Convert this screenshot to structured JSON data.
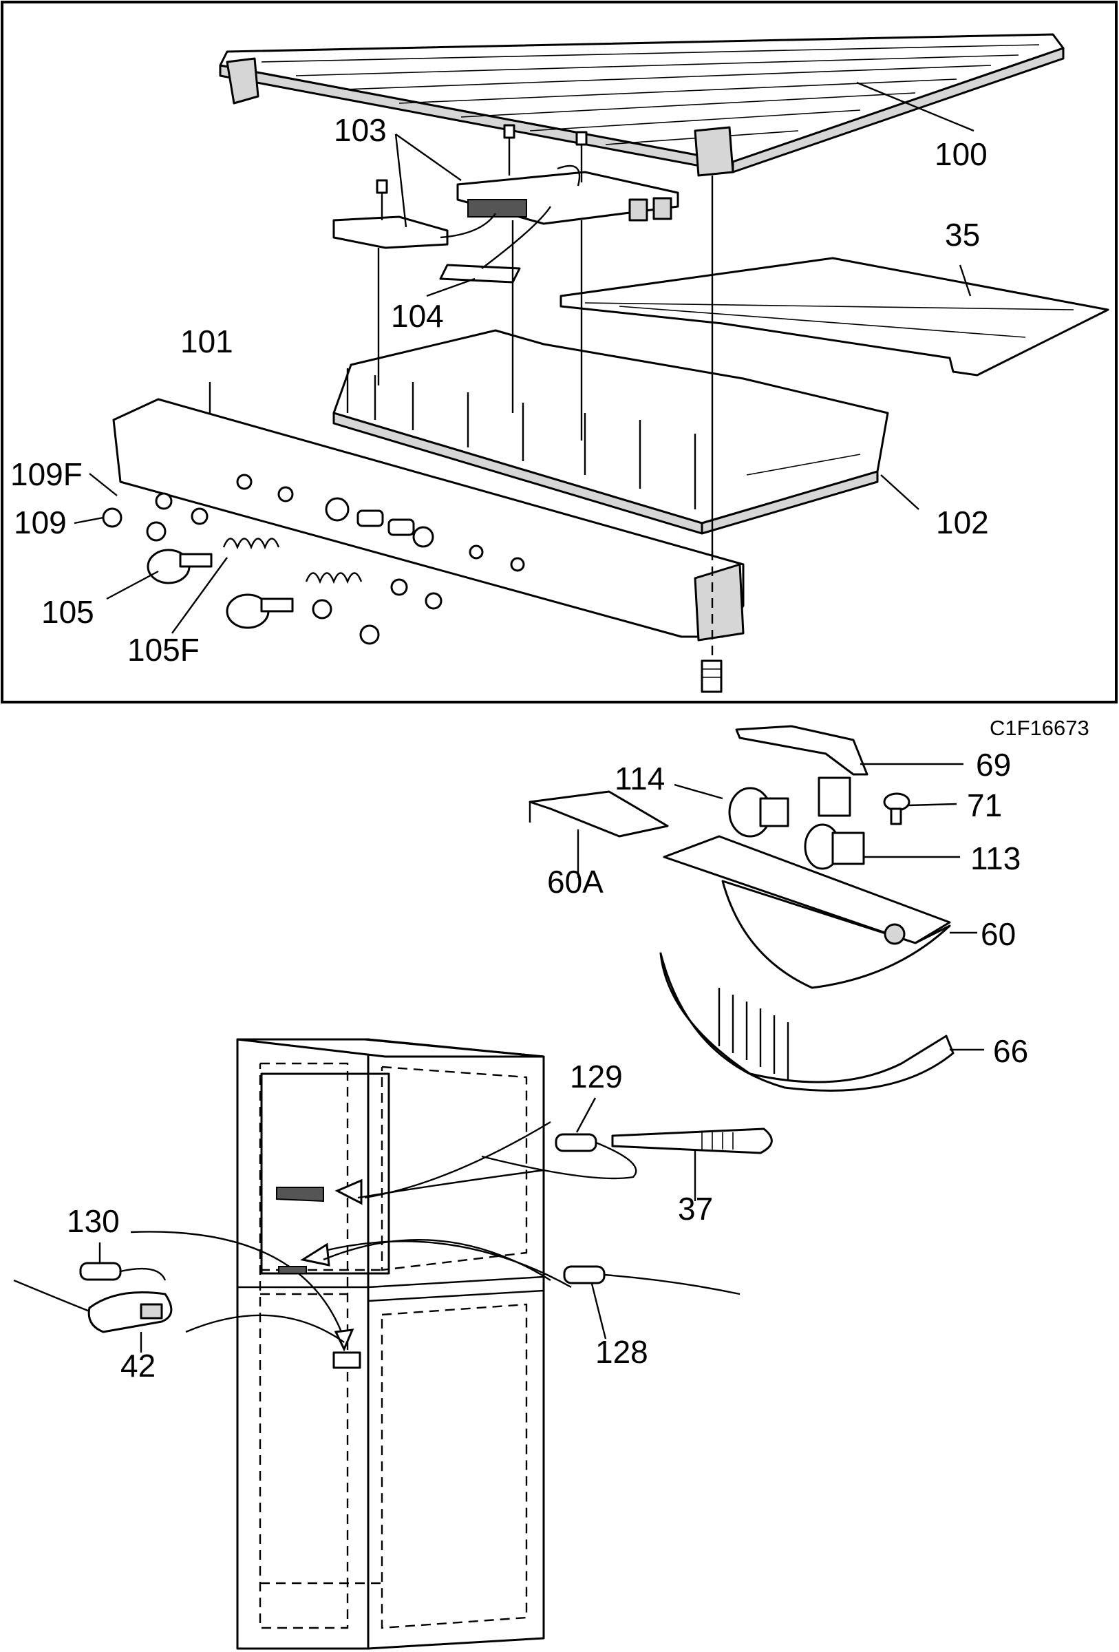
{
  "drawing_code": "C1F16673",
  "callouts": {
    "c100": "100",
    "c103": "103",
    "c35": "35",
    "c104": "104",
    "c101": "101",
    "c109F": "109F",
    "c109": "109",
    "c102": "102",
    "c105": "105",
    "c105F": "105F",
    "c69": "69",
    "c114": "114",
    "c71": "71",
    "c113": "113",
    "c60A": "60A",
    "c60": "60",
    "c66": "66",
    "c129": "129",
    "c37": "37",
    "c130": "130",
    "c128": "128",
    "c42": "42"
  }
}
